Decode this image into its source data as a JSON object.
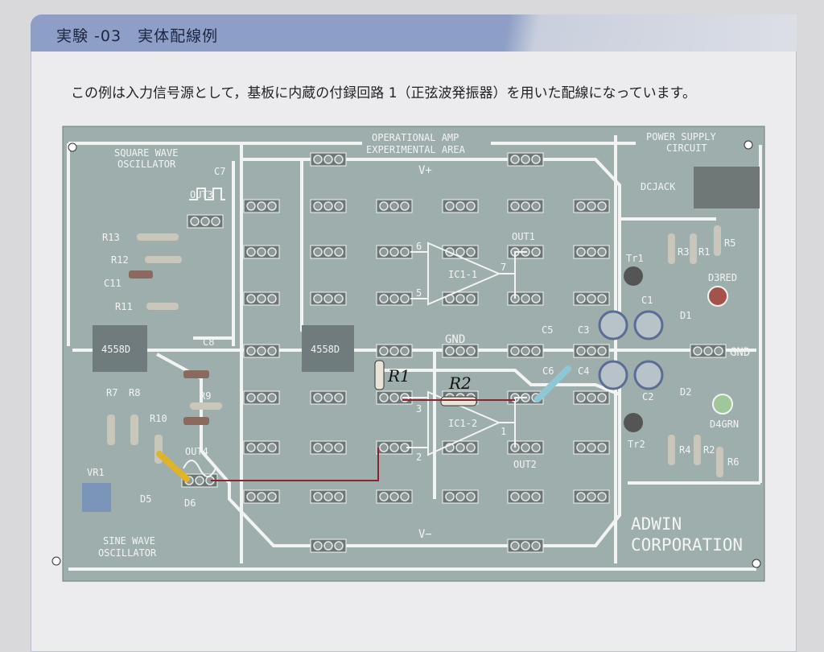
{
  "header": {
    "title": "実験 -03　実体配線例"
  },
  "intro": "この例は入力信号源として，基板に内蔵の付録回路 1（正弦波発振器）を用いた配線になっています。",
  "board": {
    "colors": {
      "board": "#9eaead",
      "trace": "#f2f4f4",
      "wire": "#8b2430",
      "probe_yellow": "#e0b42a",
      "probe_blue": "#8fc7d6",
      "led_red": "#a5534a",
      "led_green": "#9fc79a"
    },
    "sections": {
      "square_wave": [
        "SQUARE WAVE",
        "OSCILLATOR"
      ],
      "opamp_area": [
        "OPERATIONAL AMP",
        "EXPERIMENTAL AREA"
      ],
      "power_supply": [
        "POWER SUPPLY",
        "CIRCUIT"
      ],
      "sine_wave": [
        "SINE WAVE",
        "OSCILLATOR"
      ]
    },
    "rails": {
      "vplus": "V+",
      "vminus": "V−",
      "gnd": "GND",
      "gnd_right": "GND"
    },
    "ic_labels": {
      "ic1": "IC1-1",
      "ic2": "IC1-2",
      "chip": "4558D"
    },
    "pins": {
      "p6": "6",
      "p5": "5",
      "p7": "7",
      "p3": "3",
      "p2": "2",
      "p1": "1"
    },
    "outputs": {
      "out1": "OUT1",
      "out2": "OUT2",
      "out3": "OUT3",
      "out4": "OUT4"
    },
    "components": {
      "r13": "R13",
      "r12": "R12",
      "c11": "C11",
      "r11": "R11",
      "c7": "C7",
      "c8": "C8",
      "r7": "R7",
      "r8": "R8",
      "r9": "R9",
      "r10": "R10",
      "vr1": "VR1",
      "d5": "D5",
      "d6": "D6",
      "dcjack": "DCJACK",
      "tr1": "Tr1",
      "tr2": "Tr2",
      "r3": "R3",
      "r1": "R1",
      "r5": "R5",
      "d3": "D3RED",
      "c1": "C1",
      "d1": "D1",
      "c5": "C5",
      "c3": "C3",
      "c6": "C6",
      "c4": "C4",
      "c2": "C2",
      "d2": "D2",
      "d4": "D4GRN",
      "r4": "R4",
      "r2": "R2",
      "r6": "R6"
    },
    "annotations": {
      "r1": "R1",
      "r2": "R2"
    },
    "company": [
      "ADWIN",
      "CORPORATION"
    ]
  }
}
